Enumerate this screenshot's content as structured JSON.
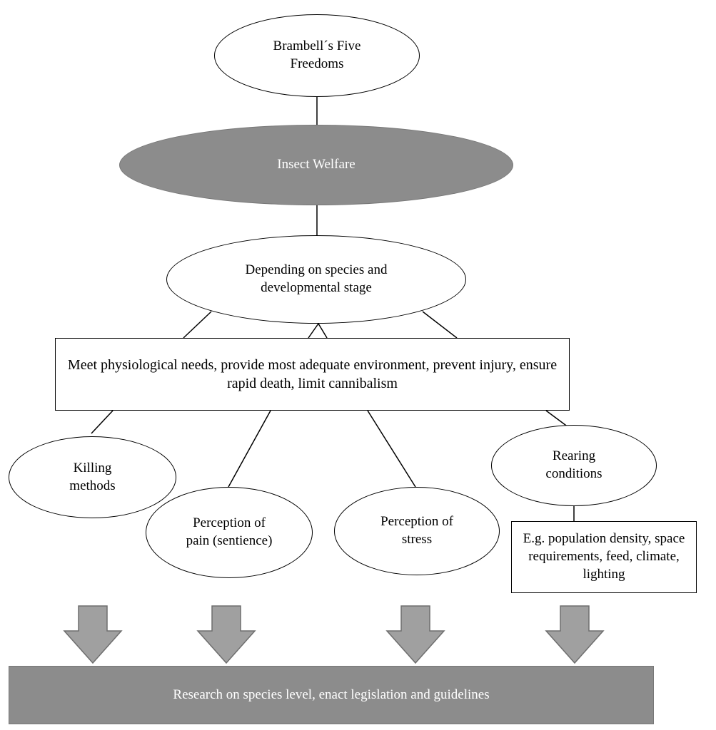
{
  "nodes": {
    "brambell": "Brambell´s Five Freedoms",
    "insect_welfare": "Insect Welfare",
    "depending": "Depending on species and developmental stage",
    "needs": "Meet physiological needs, provide most adequate environment, prevent injury, ensure rapid death, limit cannibalism",
    "killing": "Killing methods",
    "pain": "Perception of pain (sentience)",
    "stress": "Perception of stress",
    "rearing": "Rearing conditions",
    "examples": "E.g. population density, space requirements, feed, climate, lighting",
    "research": "Research on species level, enact legislation and guidelines"
  },
  "colors": {
    "highlight_fill": "#8c8c8c",
    "arrow_fill": "#a0a0a0",
    "arrow_stroke": "#6e6e6e",
    "line": "#000000"
  }
}
